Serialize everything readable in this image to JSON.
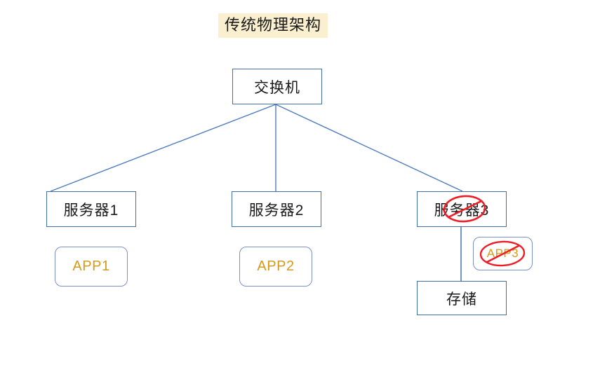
{
  "diagram": {
    "title": "传统物理架构",
    "title_highlight_color": "#faefce",
    "background_color": "#ffffff",
    "box_border_color": "#3f6fad",
    "app_border_color": "#7b8fc9",
    "app_text_color": "#d49a18",
    "connector_color": "#4f7cbd",
    "annotation_color": "#ee1c25",
    "nodes": {
      "switch": {
        "label": "交换机",
        "type": "rect"
      },
      "server1": {
        "label": "服务器1",
        "type": "rect"
      },
      "server2": {
        "label": "服务器2",
        "type": "rect"
      },
      "server3": {
        "label": "服务器3",
        "type": "rect"
      },
      "storage": {
        "label": "存储",
        "type": "rect"
      },
      "app1": {
        "label": "APP1",
        "type": "rounded"
      },
      "app2": {
        "label": "APP2",
        "type": "rounded"
      },
      "app3": {
        "label": "APP3",
        "type": "rounded"
      }
    },
    "edges": [
      {
        "name": "switch-to-server1",
        "from": "switch",
        "to": "server1"
      },
      {
        "name": "switch-to-server2",
        "from": "switch",
        "to": "server2"
      },
      {
        "name": "switch-to-server3",
        "from": "switch",
        "to": "server3"
      },
      {
        "name": "server3-to-storage",
        "from": "server3",
        "to": "storage"
      }
    ],
    "annotations": [
      {
        "name": "server3-crossed-out",
        "target": "server3",
        "mark": "red-ellipse-with-strike"
      },
      {
        "name": "app3-crossed-out",
        "target": "app3",
        "mark": "red-ellipse-with-strike"
      }
    ]
  }
}
